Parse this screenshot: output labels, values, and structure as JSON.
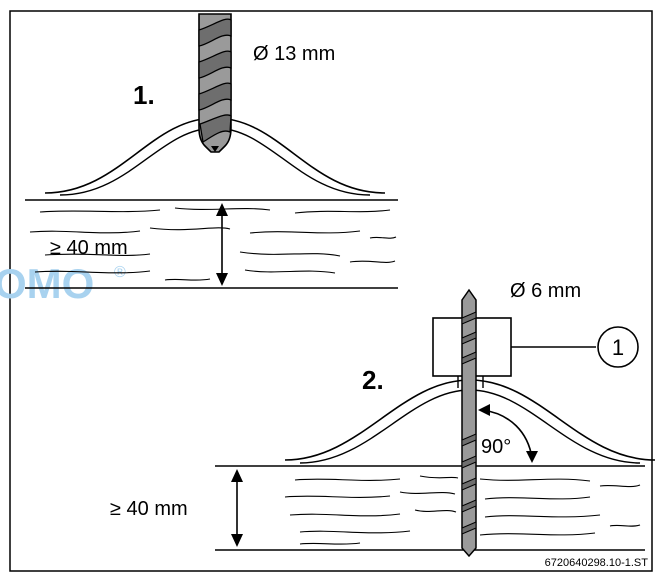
{
  "labels": {
    "step1": "1.",
    "step2": "2.",
    "drill_diameter_large": "Ø 13 mm",
    "drill_diameter_small": "Ø 6 mm",
    "depth_top": "≥ 40 mm",
    "depth_bottom": "≥ 40 mm",
    "angle": "90°",
    "callout_number": "1",
    "watermark": "OMO",
    "watermark_reg": "®",
    "figure_id": "6720640298.10-1.ST"
  },
  "colors": {
    "line": "#000000",
    "drill_fill": "#9a9a9a",
    "drill_shade": "#6e6e6e",
    "watermark": "#a8d2ef"
  }
}
